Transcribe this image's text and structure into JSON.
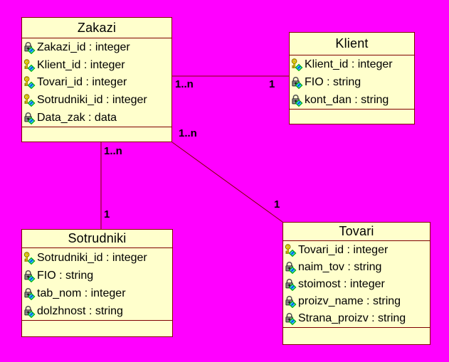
{
  "colors": {
    "background": "#FF00FF",
    "entity_fill": "#FFFFCC",
    "entity_border": "#7F0000",
    "relationship_line": "#7F0000",
    "text": "#000000",
    "key_icon_yellow": "#FFEE00",
    "lock_icon_gray": "#8C8C8C",
    "diamond_cyan": "#2EB8FF",
    "diamond_green_outline": "#00B400"
  },
  "entities": [
    {
      "name": "Zakazi",
      "attributes": [
        {
          "icon": "lock-icon",
          "text": "Zakazi_id : integer"
        },
        {
          "icon": "key-icon",
          "text": "Klient_id : integer"
        },
        {
          "icon": "key-icon",
          "text": "Tovari_id : integer"
        },
        {
          "icon": "key-icon",
          "text": "Sotrudniki_id : integer"
        },
        {
          "icon": "lock-icon",
          "text": "Data_zak : data"
        }
      ]
    },
    {
      "name": "Klient",
      "attributes": [
        {
          "icon": "key-icon",
          "text": "Klient_id : integer"
        },
        {
          "icon": "lock-icon",
          "text": "FIO : string"
        },
        {
          "icon": "lock-icon",
          "text": "kont_dan : string"
        }
      ]
    },
    {
      "name": "Sotrudniki",
      "attributes": [
        {
          "icon": "key-icon",
          "text": "Sotrudniki_id : integer"
        },
        {
          "icon": "lock-icon",
          "text": "FIO : string"
        },
        {
          "icon": "lock-icon",
          "text": "tab_nom : integer"
        },
        {
          "icon": "lock-icon",
          "text": "dolzhnost : string"
        }
      ]
    },
    {
      "name": "Tovari",
      "attributes": [
        {
          "icon": "key-icon",
          "text": "Tovari_id : integer"
        },
        {
          "icon": "lock-icon",
          "text": "naim_tov : string"
        },
        {
          "icon": "lock-icon",
          "text": "stoimost : integer"
        },
        {
          "icon": "lock-icon",
          "text": "proizv_name : string"
        },
        {
          "icon": "lock-icon",
          "text": "Strana_proizv : string"
        }
      ]
    }
  ],
  "relationships": [
    {
      "from": "Zakazi",
      "to": "Klient",
      "from_label": "1..n",
      "to_label": "1"
    },
    {
      "from": "Zakazi",
      "to": "Sotrudniki",
      "from_label": "1..n",
      "to_label": "1"
    },
    {
      "from": "Zakazi",
      "to": "Tovari",
      "from_label": "1..n",
      "to_label": "1"
    }
  ]
}
